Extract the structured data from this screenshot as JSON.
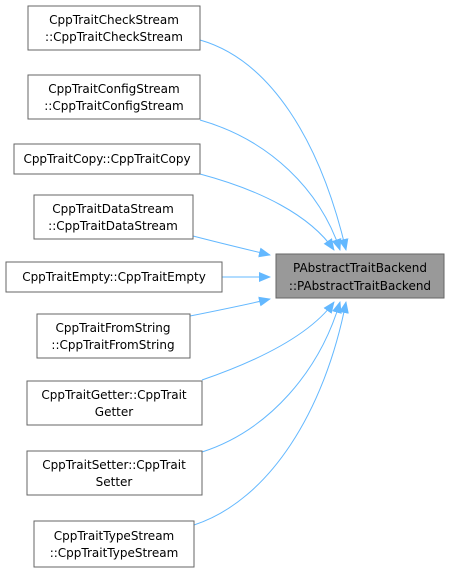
{
  "diagram": {
    "target": {
      "lines": [
        "PAbstractTraitBackend",
        "::PAbstractTraitBackend"
      ]
    },
    "callers": [
      {
        "id": "checkstream",
        "lines": [
          "CppTraitCheckStream",
          "::CppTraitCheckStream"
        ]
      },
      {
        "id": "configstream",
        "lines": [
          "CppTraitConfigStream",
          "::CppTraitConfigStream"
        ]
      },
      {
        "id": "copy",
        "lines": [
          "CppTraitCopy::CppTraitCopy"
        ]
      },
      {
        "id": "datastream",
        "lines": [
          "CppTraitDataStream",
          "::CppTraitDataStream"
        ]
      },
      {
        "id": "empty",
        "lines": [
          "CppTraitEmpty::CppTraitEmpty"
        ]
      },
      {
        "id": "fromstring",
        "lines": [
          "CppTraitFromString",
          "::CppTraitFromString"
        ]
      },
      {
        "id": "getter",
        "lines": [
          "CppTraitGetter::CppTrait",
          "Getter"
        ]
      },
      {
        "id": "setter",
        "lines": [
          "CppTraitSetter::CppTrait",
          "Setter"
        ]
      },
      {
        "id": "typestream",
        "lines": [
          "CppTraitTypeStream",
          "::CppTraitTypeStream"
        ]
      }
    ],
    "colors": {
      "edge": "#63b8ff",
      "node_border": "#666666",
      "target_fill": "#999999"
    }
  }
}
